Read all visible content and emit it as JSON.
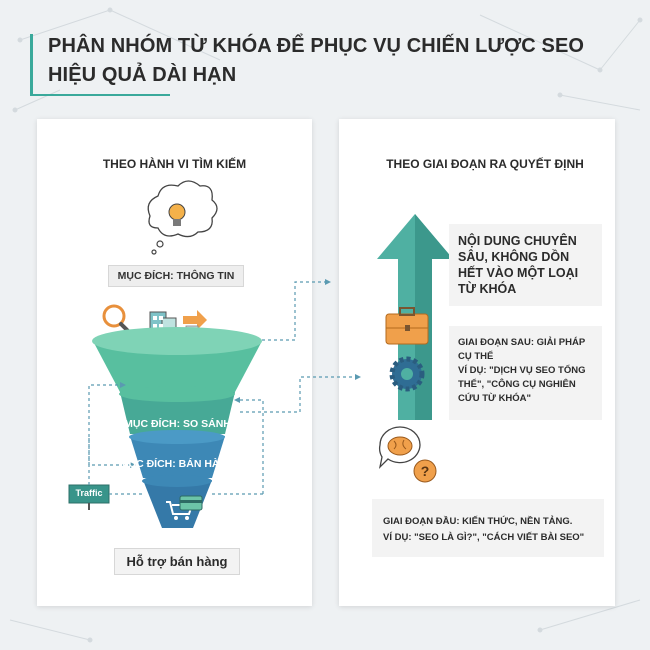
{
  "title_line1": "PHÂN NHÓM TỪ KHÓA ĐỂ PHỤC VỤ CHIẾN LƯỢC SEO",
  "title_line2": "HIỆU QUẢ DÀI HẠN",
  "left_panel": {
    "heading": "THEO HÀNH VI TÌM KIẾM",
    "purpose_info": "MỤC ĐÍCH: THÔNG TIN",
    "purpose_compare": "MỤC ĐÍCH: SO SÁNH",
    "purpose_sales": "MỤC ĐÍCH: BÁN HÀNG",
    "traffic_label": "Traffic",
    "footer_label": "Hỗ trợ bán hàng"
  },
  "right_panel": {
    "heading": "THEO GIAI ĐOẠN RA QUYẾT ĐỊNH",
    "top_box": [
      "NỘI DUNG CHUYÊN",
      "SÂU, KHÔNG DỒN",
      "HẾT VÀO MỘT LOẠI",
      "TỪ KHÓA"
    ],
    "late_stage": [
      "GIAI ĐOẠN SAU: GIẢI PHÁP",
      "CỤ THỂ",
      "VÍ DỤ: \"DỊCH VỤ SEO TỔNG",
      "THỂ\", \"CÔNG CỤ NGHIÊN",
      "CỨU TỪ KHÓA\""
    ],
    "early_stage": [
      "GIAI ĐOẠN ĐẦU: KIẾN THỨC, NỀN TẢNG.",
      "VÍ DỤ: \"SEO LÀ GÌ?\", \"CÁCH VIẾT BÀI SEO\""
    ]
  },
  "colors": {
    "teal_light": "#67c9ad",
    "teal_dark": "#2f8f85",
    "blue": "#3d88b6",
    "orange": "#f0a04b",
    "accent": "#3aa99b"
  },
  "icons": [
    "lightbulb-icon",
    "magnifier-icon",
    "building-icon",
    "arrow-right-icon",
    "shopping-cart-icon",
    "credit-card-icon",
    "briefcase-icon",
    "gear-icon",
    "brain-icon",
    "question-icon"
  ]
}
